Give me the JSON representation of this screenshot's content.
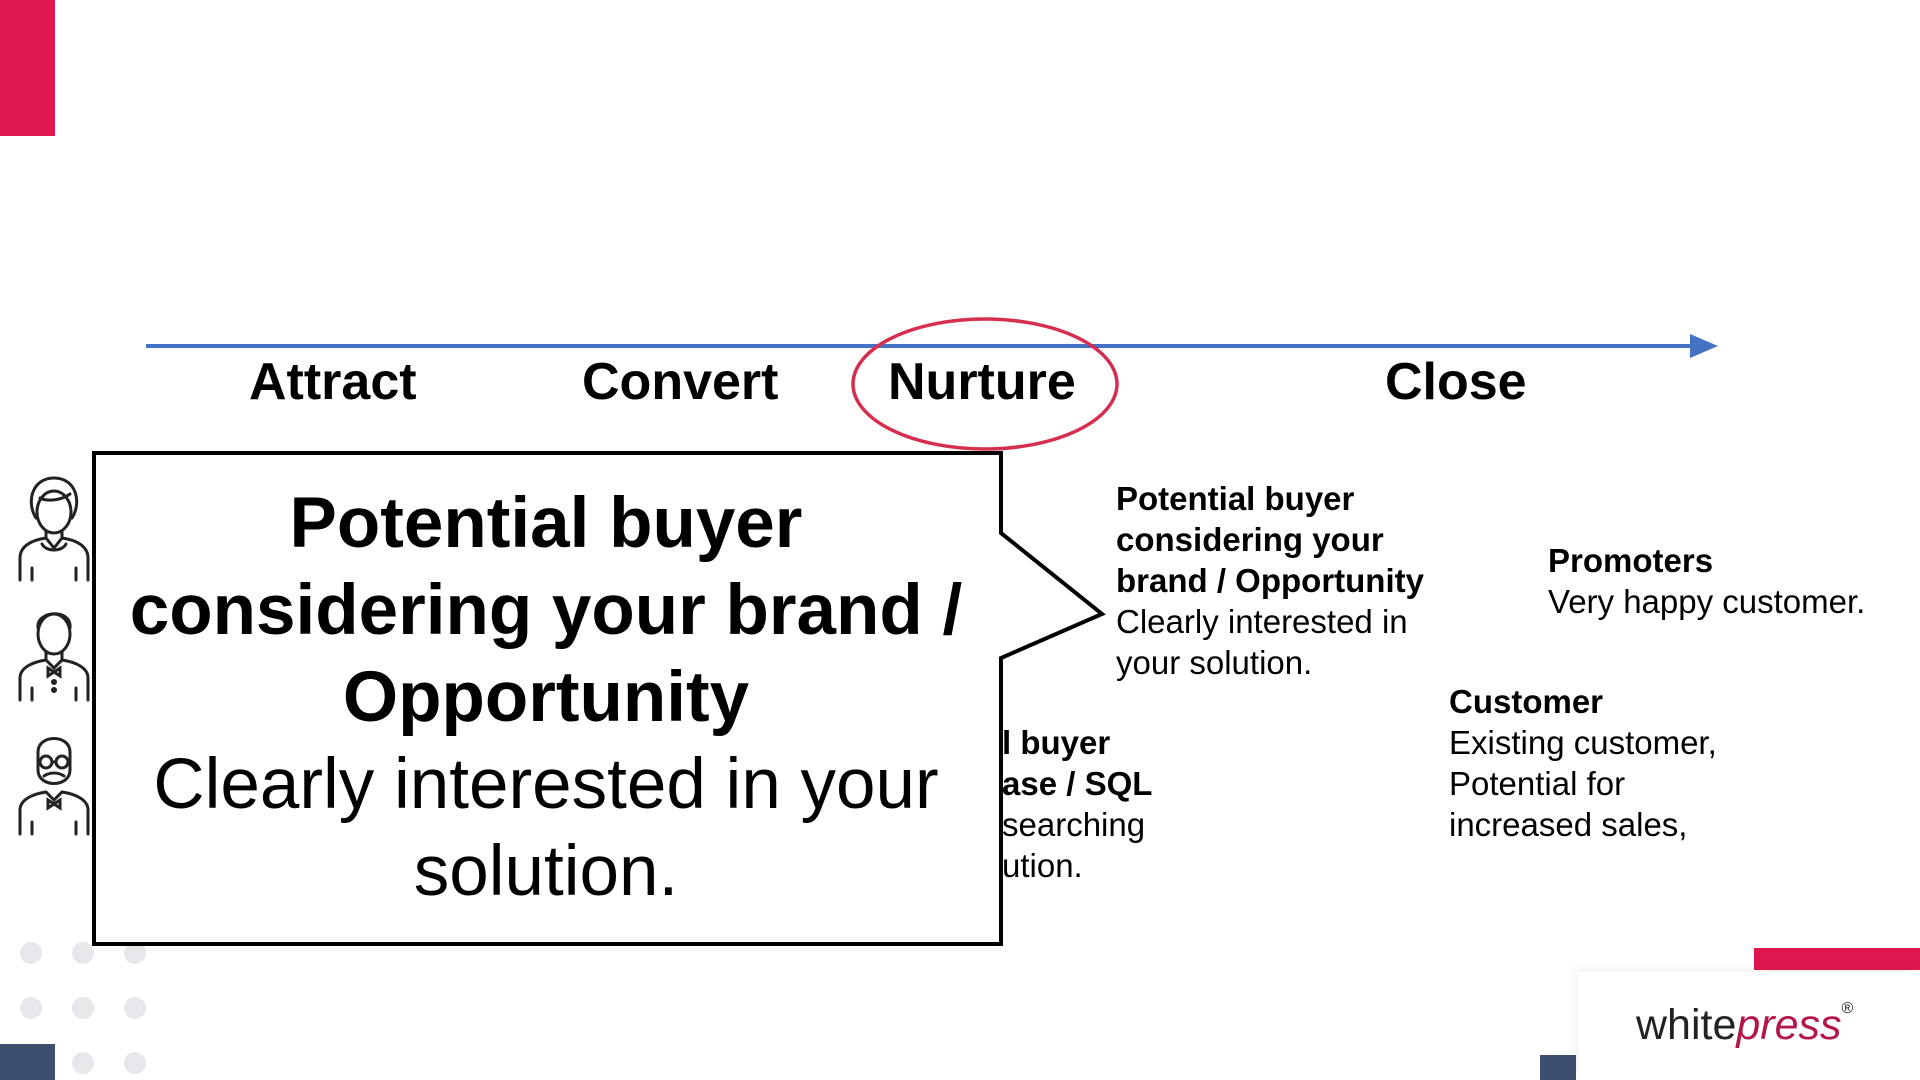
{
  "stages": [
    "Attract",
    "Convert",
    "Nurture",
    "Close"
  ],
  "nurture_block": {
    "title_lines": [
      "Potential buyer",
      "considering your",
      "brand / Opportunity"
    ],
    "body_lines": [
      "Clearly interested in",
      "your solution."
    ]
  },
  "lower_block": {
    "title_lines": [
      "l buyer",
      "ase / SQL"
    ],
    "body_lines": [
      "searching",
      "ution."
    ]
  },
  "promoters_block": {
    "title": "Promoters",
    "body": "Very happy customer."
  },
  "customer_block": {
    "title": "Customer",
    "body_lines": [
      "Existing customer,",
      "Potential for",
      "increased sales,"
    ]
  },
  "callout": {
    "title_lines": [
      "Potential buyer",
      "considering your brand  /",
      "Opportunity"
    ],
    "body_lines": [
      "Clearly interested in your",
      "solution."
    ]
  },
  "logo": {
    "part1": "white",
    "part2": "press",
    "mark": "®"
  },
  "persona_icons": [
    "woman-avatar-icon",
    "man-avatar-icon",
    "bearded-man-avatar-icon"
  ],
  "colors": {
    "accent_red": "#e0174f",
    "timeline_blue": "#4472c4",
    "highlight_circle": "#d62e4e",
    "navy": "#3d4f6e",
    "logo_press": "#b3174a"
  }
}
